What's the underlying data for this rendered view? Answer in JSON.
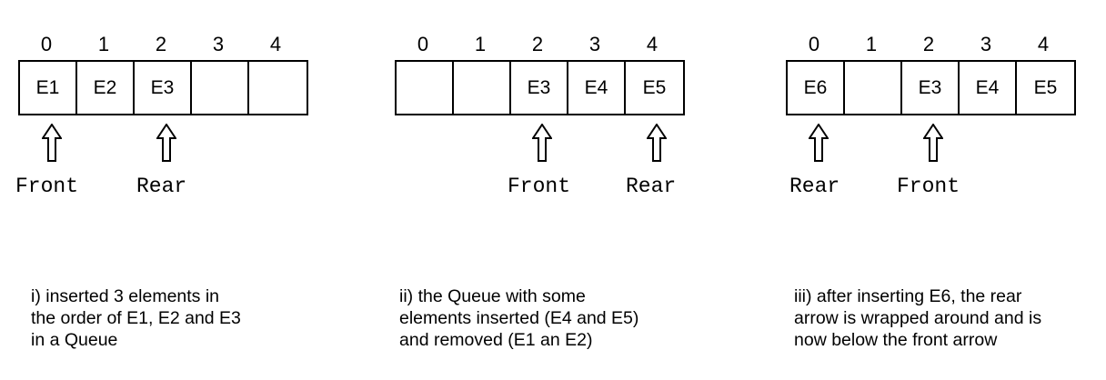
{
  "panels": [
    {
      "indices": [
        "0",
        "1",
        "2",
        "3",
        "4"
      ],
      "cells": [
        "E1",
        "E2",
        "E3",
        "",
        ""
      ],
      "pointers": [
        {
          "label": "Front",
          "at_index": 0
        },
        {
          "label": "Rear",
          "at_index": 2
        }
      ],
      "caption": [
        "i) inserted 3 elements in",
        "the order of E1, E2 and E3",
        "in a Queue"
      ]
    },
    {
      "indices": [
        "0",
        "1",
        "2",
        "3",
        "4"
      ],
      "cells": [
        "",
        "",
        "E3",
        "E4",
        "E5"
      ],
      "pointers": [
        {
          "label": "Front",
          "at_index": 2
        },
        {
          "label": "Rear",
          "at_index": 4
        }
      ],
      "caption": [
        "ii) the Queue with some",
        "elements inserted (E4 and E5)",
        "and removed (E1 an E2)"
      ]
    },
    {
      "indices": [
        "0",
        "1",
        "2",
        "3",
        "4"
      ],
      "cells": [
        "E6",
        "",
        "E3",
        "E4",
        "E5"
      ],
      "pointers": [
        {
          "label": "Rear",
          "at_index": 0
        },
        {
          "label": "Front",
          "at_index": 2
        }
      ],
      "caption": [
        "iii) after inserting E6, the rear",
        "arrow is wrapped around and is",
        "now below the front arrow"
      ]
    }
  ]
}
